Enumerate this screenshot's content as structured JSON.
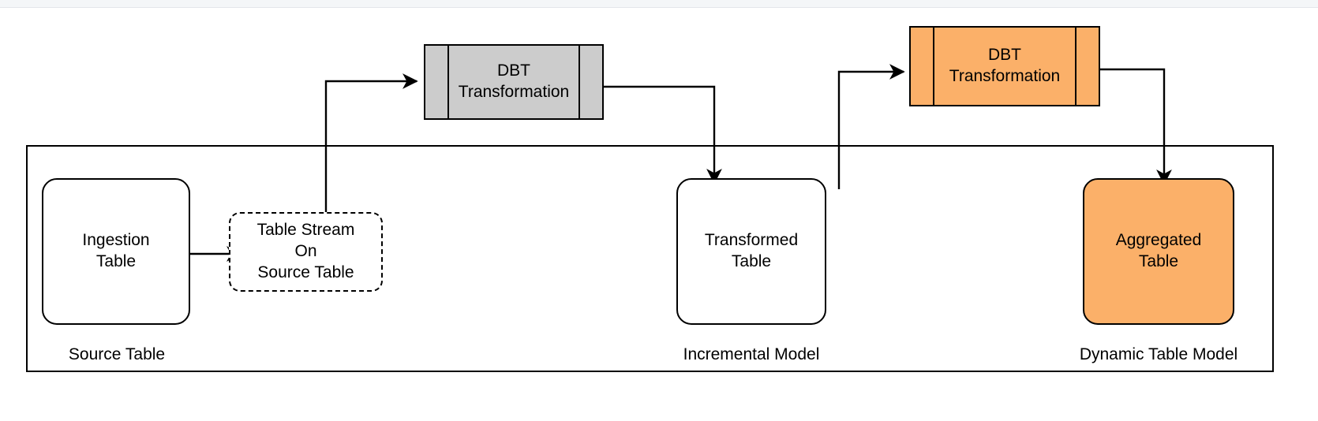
{
  "diagram": {
    "title": "DBT Snowflake pipeline diagram",
    "colors": {
      "orange_fill": "#fbb069",
      "gray_fill": "#cccccc",
      "stroke": "#000000",
      "canvas": "#ffffff"
    },
    "nodes": {
      "ingestion_table": {
        "label": "Ingestion\nTable",
        "shape": "rounded-rectangle",
        "fill": "#ffffff"
      },
      "table_stream": {
        "label": "Table Stream\nOn\nSource Table",
        "shape": "dashed-rounded-rectangle",
        "fill": "#ffffff"
      },
      "dbt_transformation_1": {
        "label": "DBT\nTransformation",
        "shape": "process",
        "fill": "#cccccc"
      },
      "transformed_table": {
        "label": "Transformed\nTable",
        "shape": "rounded-rectangle",
        "fill": "#ffffff"
      },
      "dbt_transformation_2": {
        "label": "DBT\nTransformation",
        "shape": "process",
        "fill": "#fbb069"
      },
      "aggregated_table": {
        "label": "Aggregated\nTable",
        "shape": "rounded-rectangle",
        "fill": "#fbb069"
      }
    },
    "group_labels": {
      "source_table": "Source Table",
      "incremental_model": "Incremental Model",
      "dynamic_table_model": "Dynamic Table Model"
    },
    "edges": [
      {
        "name": "ingestion-to-stream",
        "from": "ingestion_table",
        "to": "table_stream",
        "style": "solid",
        "arrow": "end"
      },
      {
        "name": "stream-to-dbt1",
        "from": "table_stream",
        "to": "dbt_transformation_1",
        "style": "solid",
        "arrow": "end"
      },
      {
        "name": "dbt1-to-transformed",
        "from": "dbt_transformation_1",
        "to": "transformed_table",
        "style": "solid",
        "arrow": "end"
      },
      {
        "name": "transformed-to-dbt2",
        "from": "transformed_table",
        "to": "dbt_transformation_2",
        "style": "solid",
        "arrow": "end"
      },
      {
        "name": "dbt2-to-aggregated",
        "from": "dbt_transformation_2",
        "to": "aggregated_table",
        "style": "solid",
        "arrow": "end"
      }
    ]
  }
}
